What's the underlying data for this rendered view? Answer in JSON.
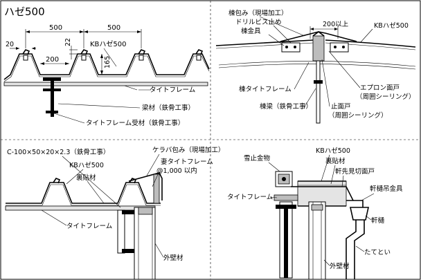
{
  "title": "ハゼ500",
  "tl": {
    "dim_500_a": "500",
    "dim_500_b": "500",
    "dim_20": "20",
    "dim_22": "22",
    "dim_200": "200",
    "dim_165": "165",
    "lbl_kb": "KBハゼ500",
    "lbl_tite": "タイトフレーム",
    "lbl_beam": "梁材（鉄骨工事）",
    "lbl_receiver": "タイトフレーム受材（鉄骨工事）"
  },
  "tr": {
    "lbl_ridge_cover": "棟包み（現場加工）",
    "lbl_drill": "ドリルビス止め",
    "lbl_ridge_metal": "棟金具",
    "lbl_200": "200以上",
    "lbl_kb": "KBハゼ500",
    "lbl_ridge_tite": "棟タイトフレーム",
    "lbl_apron": "エプロン面戸",
    "lbl_apron_sub": "（周囲シーリング）",
    "lbl_stop": "止面戸",
    "lbl_stop_sub": "（周囲シーリング）",
    "lbl_ridge_beam": "棟梁（鉄骨工事）"
  },
  "bl": {
    "lbl_c": "C-100×50×20×2.3（鉄骨工事）",
    "lbl_kerabe": "ケラバ包み（現場加工）",
    "lbl_kb": "KBハゼ500",
    "lbl_gable": "妻タイトフレーム",
    "lbl_pitch": "@1,000 以内",
    "lbl_backing": "裏貼材",
    "lbl_tite": "タイトフレーム",
    "lbl_wall": "外壁材"
  },
  "br": {
    "lbl_snow": "雪止金物",
    "lbl_kb": "KBハゼ500",
    "lbl_backing": "裏貼材",
    "lbl_eave_face": "軒先見切面戸",
    "lbl_tite": "タイトフレーム",
    "lbl_gutter_metal": "軒樋吊金具",
    "lbl_gutter": "軒樋",
    "lbl_downpipe": "たてとい",
    "lbl_wall": "外壁材"
  }
}
